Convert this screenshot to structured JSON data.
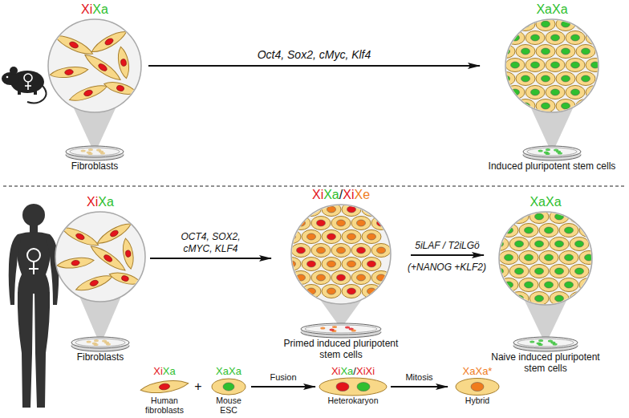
{
  "diagram": {
    "nodes": [
      {
        "text": [
          "Xi",
          "Xa",
          "Fibroblasts"
        ]
      },
      {
        "text": [
          "Xa",
          "Xa",
          "Induced pluripotent stem cells"
        ]
      },
      {
        "text": [
          "Xi",
          "Xa",
          "Fibroblasts"
        ]
      },
      {
        "text": [
          "Xi",
          "Xa",
          "/",
          "Xi",
          "Xe",
          "Primed induced pluripotent stem cells"
        ]
      },
      {
        "text": [
          "Xa",
          "Xa",
          "Naive induced pluripotent stem cells"
        ]
      },
      {
        "text": [
          "Xi",
          "Xa",
          "Human fibroblasts"
        ]
      },
      {
        "text": [
          "Xa",
          "Xa",
          "Mouse ESC"
        ]
      },
      {
        "text": [
          "Xi",
          "Xa",
          "/",
          "Xi",
          "Xi",
          "Heterokaryon"
        ]
      },
      {
        "text": [
          "XaXa*",
          "Hybrid"
        ]
      }
    ],
    "edges": [
      {
        "from": 0,
        "to": 1,
        "label": "Oct4, Sox2, cMyc, Klf4",
        "arrow": "to"
      },
      {
        "from": 2,
        "to": 3,
        "label": "OCT4, SOX2, cMYC, KLF4",
        "arrow": "to"
      },
      {
        "from": 3,
        "to": 4,
        "label": "5iLAF / T2iLGö",
        "arrow": "to"
      },
      {
        "from": 6,
        "to": 7,
        "label": "Fusion",
        "arrow": "to"
      },
      {
        "from": 7,
        "to": 8,
        "label": "Mitosis",
        "arrow": "to"
      }
    ],
    "labels": [
      "+",
      "(+NANOG +KLF2)"
    ]
  }
}
